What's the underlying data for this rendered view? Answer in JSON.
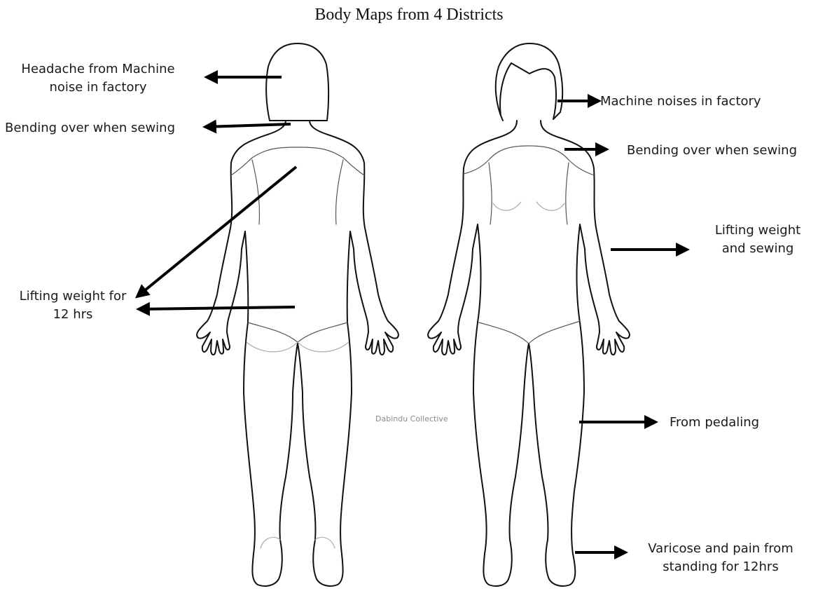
{
  "title": "Body Maps from 4 Districts",
  "watermark": "Dabindu Collective",
  "back_view": {
    "labels": [
      {
        "id": "head",
        "lines": [
          "Headache from Machine",
          "noise in factory"
        ]
      },
      {
        "id": "neck",
        "lines": [
          "Bending over when sewing"
        ]
      },
      {
        "id": "lower-back",
        "lines": [
          "Lifting weight for",
          "12 hrs"
        ]
      }
    ]
  },
  "front_view": {
    "labels": [
      {
        "id": "ear",
        "lines": [
          "Machine noises in factory"
        ]
      },
      {
        "id": "shoulder",
        "lines": [
          "Bending over when sewing"
        ]
      },
      {
        "id": "arm",
        "lines": [
          "Lifting weight",
          "and sewing"
        ]
      },
      {
        "id": "thigh",
        "lines": [
          "From pedaling"
        ]
      },
      {
        "id": "calf",
        "lines": [
          "Varicose and pain from",
          "standing for 12hrs"
        ]
      }
    ]
  },
  "colors": {
    "outline": "#111111",
    "inner_line": "#9a9a9a",
    "arrow": "#000000",
    "watermark": "#8a8a8a"
  }
}
